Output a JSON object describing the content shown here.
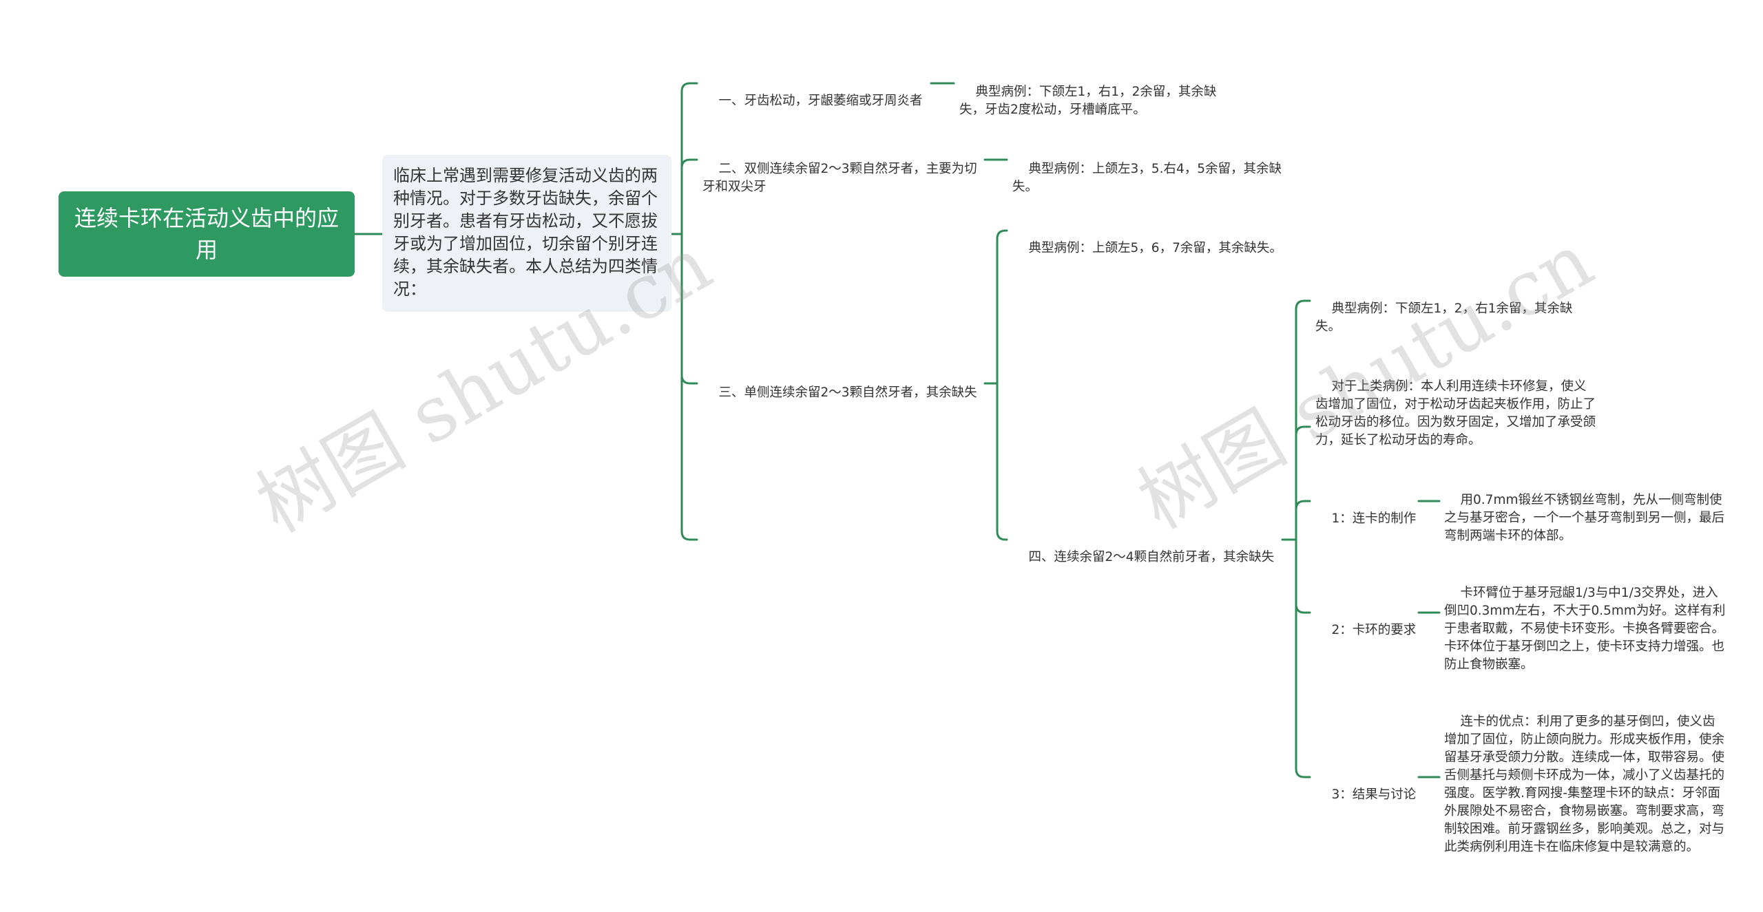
{
  "root": {
    "title": "连续卡环在活动义齿中的应用"
  },
  "summary": {
    "text": "临床上常遇到需要修复活动义齿的两种情况。对于多数牙齿缺失，余留个别牙者。患者有牙齿松动，又不愿拔牙或为了增加固位，切余留个别牙连续，其余缺失者。本人总结为四类情况："
  },
  "categories": [
    {
      "label": "一、牙齿松动，牙龈萎缩或牙周炎者",
      "example": "典型病例：下颌左1，右1，2余留，其余缺失，牙齿2度松动，牙槽嵴底平。"
    },
    {
      "label": "二、双侧连续余留2～3颗自然牙者，主要为切牙和双尖牙",
      "example": "典型病例：上颌左3，5.右4，5余留，其余缺失。"
    },
    {
      "label": "三、单侧连续余留2～3颗自然牙者，其余缺失",
      "example": "典型病例：上颌左5，6，7余留，其余缺失。"
    },
    {
      "label": "四、连续余留2～4颗自然前牙者，其余缺失",
      "children": [
        {
          "label": "典型病例：下颌左1，2，右1余留，其余缺失。"
        },
        {
          "label": "对于上类病例：本人利用连续卡环修复，使义齿增加了固位，对于松动牙齿起夹板作用，防止了松动牙齿的移位。因为数牙固定，又增加了承受颌力，延长了松动牙齿的寿命。"
        },
        {
          "label": "1：连卡的制作",
          "detail": "用0.7mm锻丝不锈钢丝弯制，先从一侧弯制使之与基牙密合，一个一个基牙弯制到另一侧，最后弯制两端卡环的体部。"
        },
        {
          "label": "2：卡环的要求",
          "detail": "卡环臂位于基牙冠龈1/3与中1/3交界处，进入倒凹0.3mm左右，不大于0.5mm为好。这样有利于患者取戴，不易使卡环变形。卡换各臂要密合。卡环体位于基牙倒凹之上，使卡环支持力增强。也防止食物嵌塞。"
        },
        {
          "label": "3：结果与讨论",
          "detail": "连卡的优点：利用了更多的基牙倒凹，使义齿增加了固位，防止颌向脱力。形成夹板作用，使余留基牙承受颌力分散。连续成一体，取带容易。使舌侧基托与颊侧卡环成为一体，减小了义齿基托的强度。医学教.育网搜-集整理卡环的缺点：牙邻面外展隙处不易密合，食物易嵌塞。弯制要求高，弯制较困难。前牙露钢丝多，影响美观。总之，对与此类病例利用连卡在临床修复中是较满意的。"
        }
      ]
    }
  ],
  "watermarks": [
    "树图 shutu.cn",
    "树图 shutu.cn"
  ],
  "colors": {
    "line": "#2e8b57",
    "root_bg": "#2e9a62",
    "summary_bg": "#eef1f5"
  }
}
